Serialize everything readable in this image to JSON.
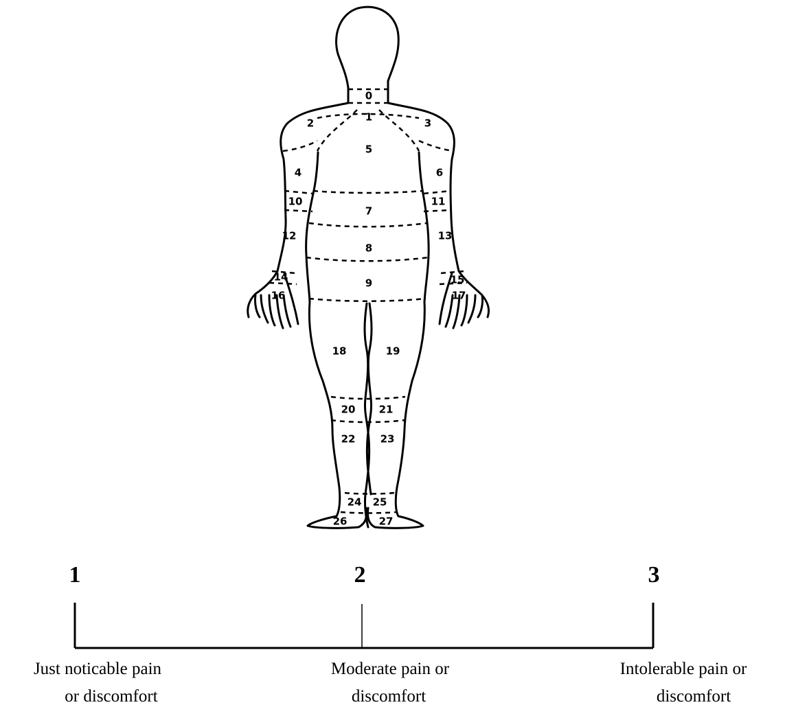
{
  "body_map": {
    "regions": [
      {
        "id": "0",
        "label": "0"
      },
      {
        "id": "1",
        "label": "1"
      },
      {
        "id": "2",
        "label": "2"
      },
      {
        "id": "3",
        "label": "3"
      },
      {
        "id": "4",
        "label": "4"
      },
      {
        "id": "5",
        "label": "5"
      },
      {
        "id": "6",
        "label": "6"
      },
      {
        "id": "7",
        "label": "7"
      },
      {
        "id": "8",
        "label": "8"
      },
      {
        "id": "9",
        "label": "9"
      },
      {
        "id": "10",
        "label": "10"
      },
      {
        "id": "11",
        "label": "11"
      },
      {
        "id": "12",
        "label": "12"
      },
      {
        "id": "13",
        "label": "13"
      },
      {
        "id": "14",
        "label": "14"
      },
      {
        "id": "15",
        "label": "15"
      },
      {
        "id": "16",
        "label": "16"
      },
      {
        "id": "17",
        "label": "17"
      },
      {
        "id": "18",
        "label": "18"
      },
      {
        "id": "19",
        "label": "19"
      },
      {
        "id": "20",
        "label": "20"
      },
      {
        "id": "21",
        "label": "21"
      },
      {
        "id": "22",
        "label": "22"
      },
      {
        "id": "23",
        "label": "23"
      },
      {
        "id": "24",
        "label": "24"
      },
      {
        "id": "25",
        "label": "25"
      },
      {
        "id": "26",
        "label": "26"
      },
      {
        "id": "27",
        "label": "27"
      }
    ]
  },
  "scale": {
    "points": [
      {
        "value": "1",
        "label_line1": "Just noticable pain",
        "label_line2": "or discomfort"
      },
      {
        "value": "2",
        "label_line1": "Moderate pain or",
        "label_line2": "discomfort"
      },
      {
        "value": "3",
        "label_line1": "Intolerable pain or",
        "label_line2": "discomfort"
      }
    ]
  }
}
